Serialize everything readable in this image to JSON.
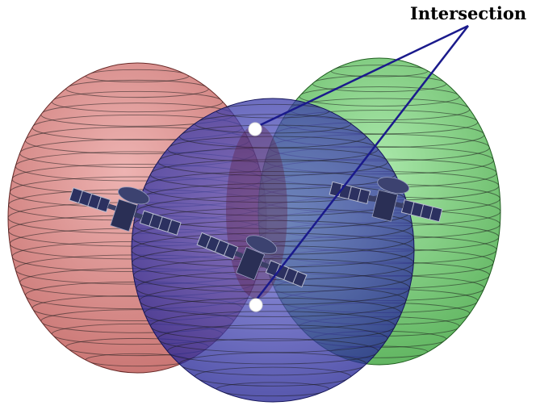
{
  "diagram": {
    "callout_label": "Intersection",
    "colors": {
      "sphere_red": "#c0504d",
      "sphere_green": "#33b833",
      "sphere_blue": "#2828a8",
      "callout_line": "#1a1a8c",
      "intersection_point": "#ffffff",
      "satellite_body": "#2a2f55"
    },
    "spheres": [
      {
        "name": "red-sphere",
        "color_key": "sphere_red"
      },
      {
        "name": "green-sphere",
        "color_key": "sphere_green"
      },
      {
        "name": "blue-sphere",
        "color_key": "sphere_blue"
      }
    ],
    "satellites_count": 3,
    "intersection_points_count": 2,
    "icons": [
      "satellite-icon"
    ]
  }
}
